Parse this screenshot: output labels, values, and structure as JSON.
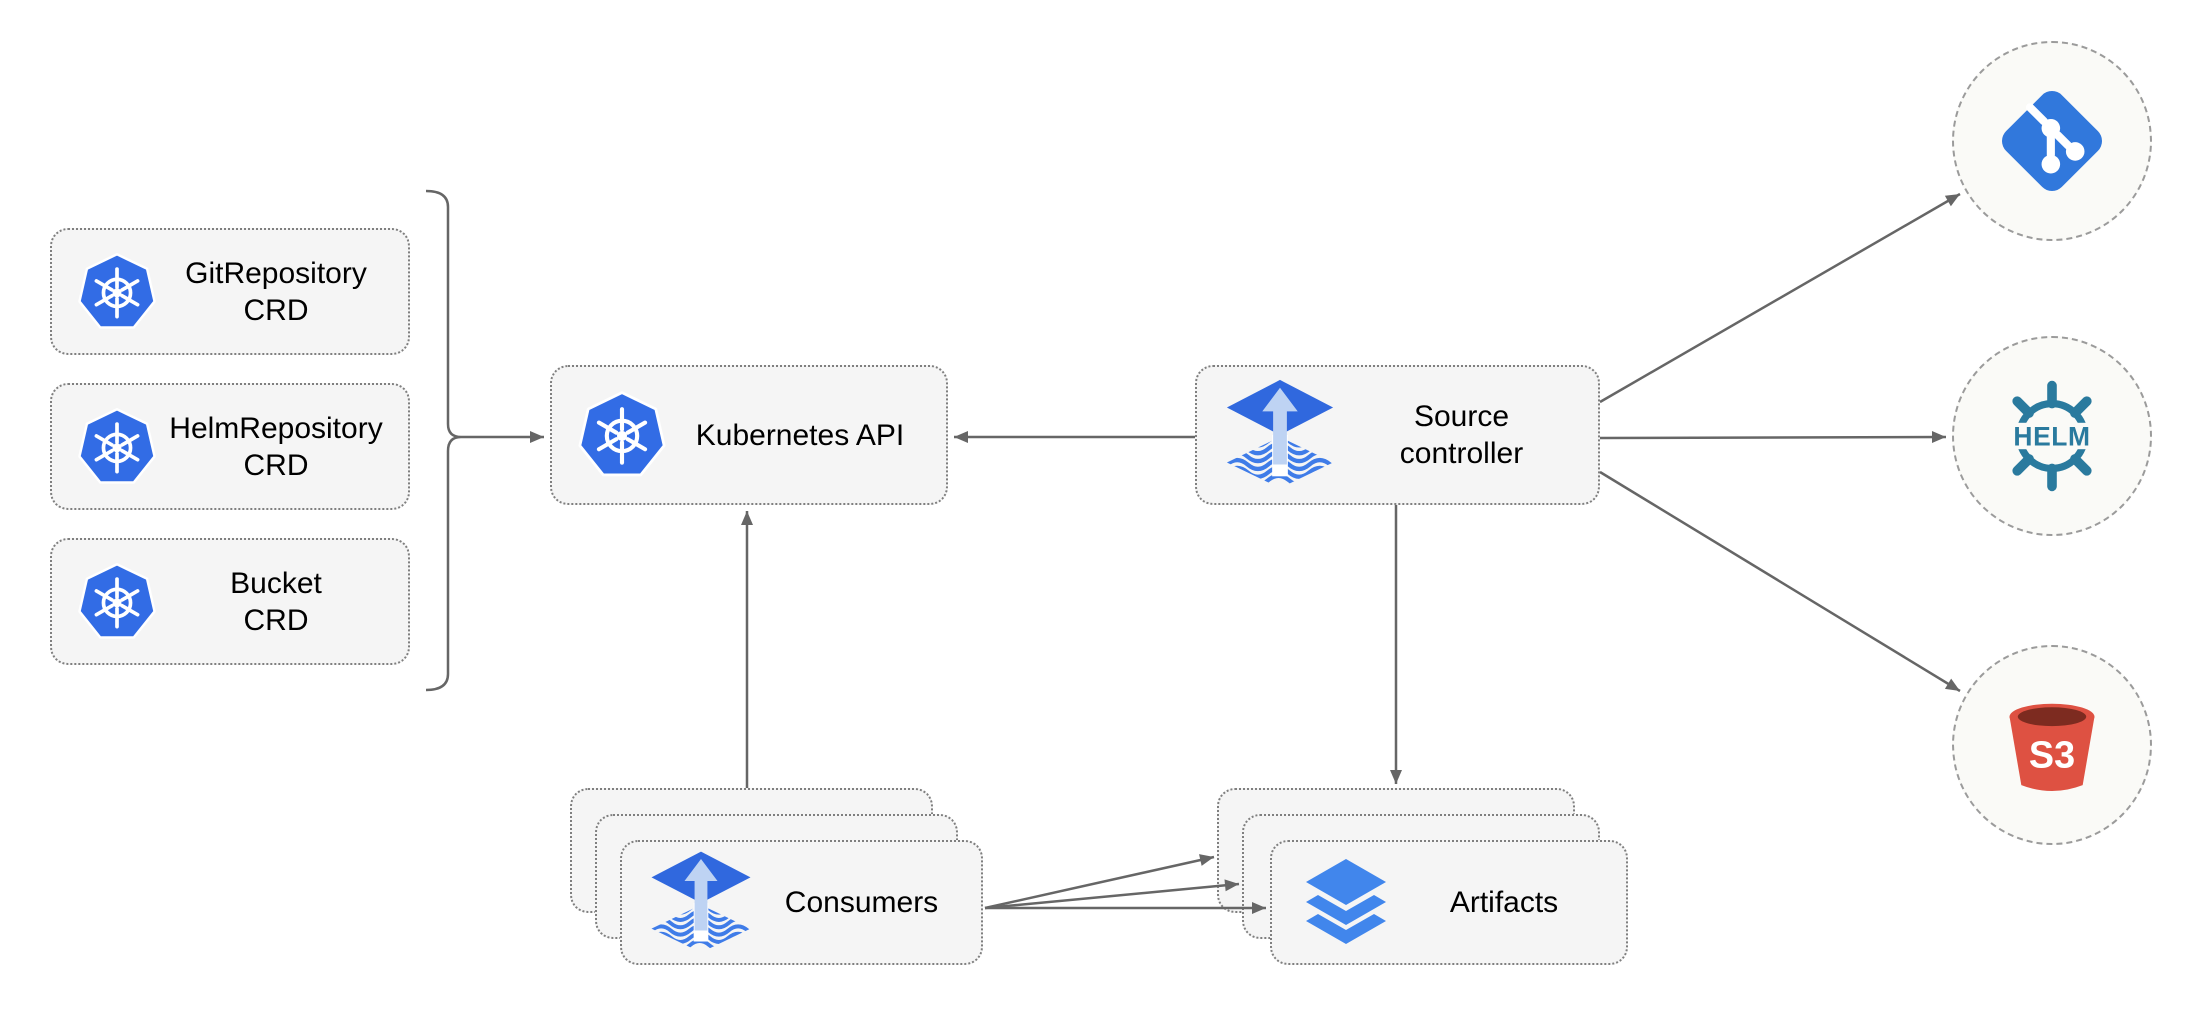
{
  "diagram": {
    "crd_boxes": [
      {
        "line1": "GitRepository",
        "line2": "CRD"
      },
      {
        "line1": "HelmRepository",
        "line2": "CRD"
      },
      {
        "line1": "Bucket",
        "line2": "CRD"
      }
    ],
    "kubernetes_api": {
      "label": "Kubernetes API"
    },
    "source_controller": {
      "line1": "Source",
      "line2": "controller"
    },
    "consumers": {
      "label": "Consumers"
    },
    "artifacts": {
      "label": "Artifacts"
    },
    "externals": {
      "git": {
        "name": "git-repository"
      },
      "helm": {
        "label": "HELM"
      },
      "s3": {
        "label": "S3"
      }
    }
  },
  "colors": {
    "kubernetes_blue": "#326CE5",
    "git_blue": "#3178DC",
    "flux_blue": "#3068DE",
    "flux_arrow_light": "#BED3F3",
    "flux_waves_blue": "#3F7CE8",
    "helm_teal": "#2A7A9E",
    "s3_red": "#DE5142",
    "s3_dark": "#7D2B20",
    "artifact_blue": "#4186EC",
    "connector_gray": "#666666",
    "box_fill": "#F5F5F5",
    "box_border": "#7F7F7F",
    "circle_fill": "#FAFAF7",
    "circle_border": "#9B9B9B",
    "text_color": "#000000"
  }
}
